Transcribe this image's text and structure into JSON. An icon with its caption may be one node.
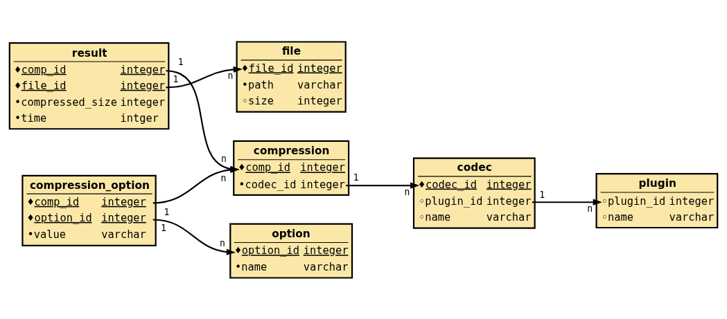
{
  "diagram": {
    "nodes": [
      {
        "text": [
          "file",
          "♦file_id integer",
          "•path varchar",
          "◦size integer"
        ]
      },
      {
        "text": [
          "codec",
          "♦codec_id integer",
          "◦plugin_id integer",
          "◦name varchar"
        ]
      },
      {
        "text": [
          "plugin",
          "◦plugin_id integer",
          "◦name varchar"
        ]
      },
      {
        "text": [
          "compression",
          "♦comp_id integer",
          "•codec_id integer"
        ]
      },
      {
        "text": [
          "compression_option",
          "♦comp_id integer",
          "♦option_id integer",
          "•value varchar"
        ]
      },
      {
        "text": [
          "result",
          "♦comp_id integer",
          "♦file_id integer",
          "•compressed_size integer",
          "•time intger"
        ]
      },
      {
        "text": [
          "option",
          "♦option_id integer",
          "•name varchar"
        ]
      }
    ],
    "edges": [
      {
        "from": 1,
        "to": 2,
        "arrow": "to"
      },
      {
        "from": 3,
        "to": 1,
        "arrow": "to"
      },
      {
        "from": 4,
        "to": 3,
        "arrow": "to"
      },
      {
        "from": 5,
        "to": 3,
        "arrow": "to"
      },
      {
        "from": 5,
        "to": 0,
        "arrow": "to"
      },
      {
        "from": 4,
        "to": 6,
        "arrow": "to"
      }
    ],
    "labels": [
      "n",
      "n",
      "1",
      "n",
      "n",
      "n",
      "1",
      "1",
      "1",
      "1",
      "1",
      "n"
    ]
  }
}
